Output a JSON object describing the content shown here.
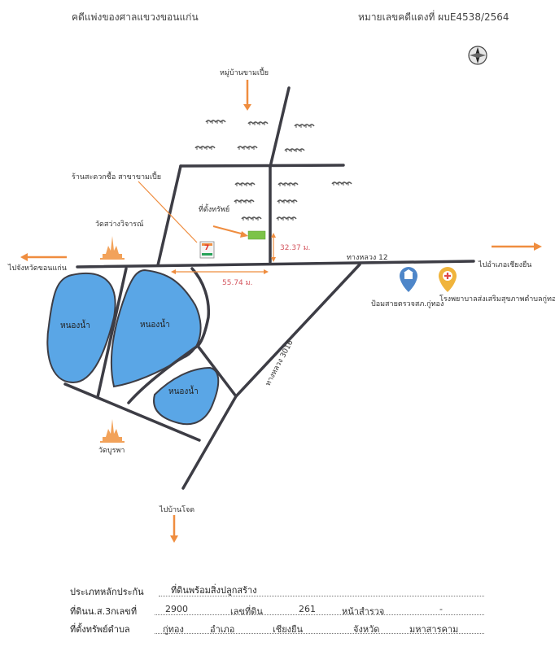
{
  "header": {
    "court_case": "คดีแพ่งของศาลแขวงขอนแก่น",
    "case_number": "หมายเลขคดีแดงที่ ผบE4538/2564"
  },
  "map": {
    "village": "หมู่บ้านขามเปี้ย",
    "store": "ร้านสะดวกซื้อ สาขาขามเปี้ย",
    "store_sign": "7",
    "property": "ที่ตั้งทรัพย์",
    "temple_north": "วัดสว่างวิจารณ์",
    "temple_south": "วัดบูรพา",
    "to_khon_kaen": "ไปจังหวัดขอนแก่น",
    "to_chiang_yuen": "ไปอำเภอเชียงยืน",
    "to_ban_chot": "ไปบ้านโจด",
    "highway_12": "ทางหลวง 12",
    "highway_3016": "ทางหลวง 3016",
    "dist_vertical": "32.37 ม.",
    "dist_horizontal": "55.74 ม.",
    "police_box": "ป้อมสายตรวจสภ.กู่ทอง",
    "hospital": "โรงพยาบาลส่งเสริมสุขภาพตำบลกู่ทอง",
    "lakes": [
      "หนองน้ำ",
      "หนองน้ำ",
      "หนองน้ำ"
    ]
  },
  "form": {
    "collateral_type_label": "ประเภทหลักประกัน",
    "collateral_type_value": "ที่ดินพร้อมสิ่งปลูกสร้าง",
    "deed_label": "ที่ดินน.ส.3กเลขที่",
    "deed_value": "2900",
    "land_no_label": "เลขที่ดิน",
    "land_no_value": "261",
    "survey_label": "หน้าสำรวจ",
    "survey_value": "-",
    "location_label": "ที่ตั้งทรัพย์ตำบล",
    "subdistrict_value": "กู่ทอง",
    "district_label": "อำเภอ",
    "district_value": "เชียงยืน",
    "province_label": "จังหวัด",
    "province_value": "มหาสารคาม"
  },
  "colors": {
    "road": "#3d3d45",
    "lake": "#5aa6e6",
    "arrow": "#ef8d3f",
    "distance": "#d4565f",
    "property": "#7cc348",
    "temple": "#f2a25a",
    "police": "#4e86c9",
    "hospital": "#f0b43c"
  },
  "icons": [
    "compass-icon",
    "grass-icon",
    "seven-eleven-icon",
    "temple-icon",
    "police-pin-icon",
    "hospital-pin-icon",
    "direction-arrow-icon"
  ]
}
